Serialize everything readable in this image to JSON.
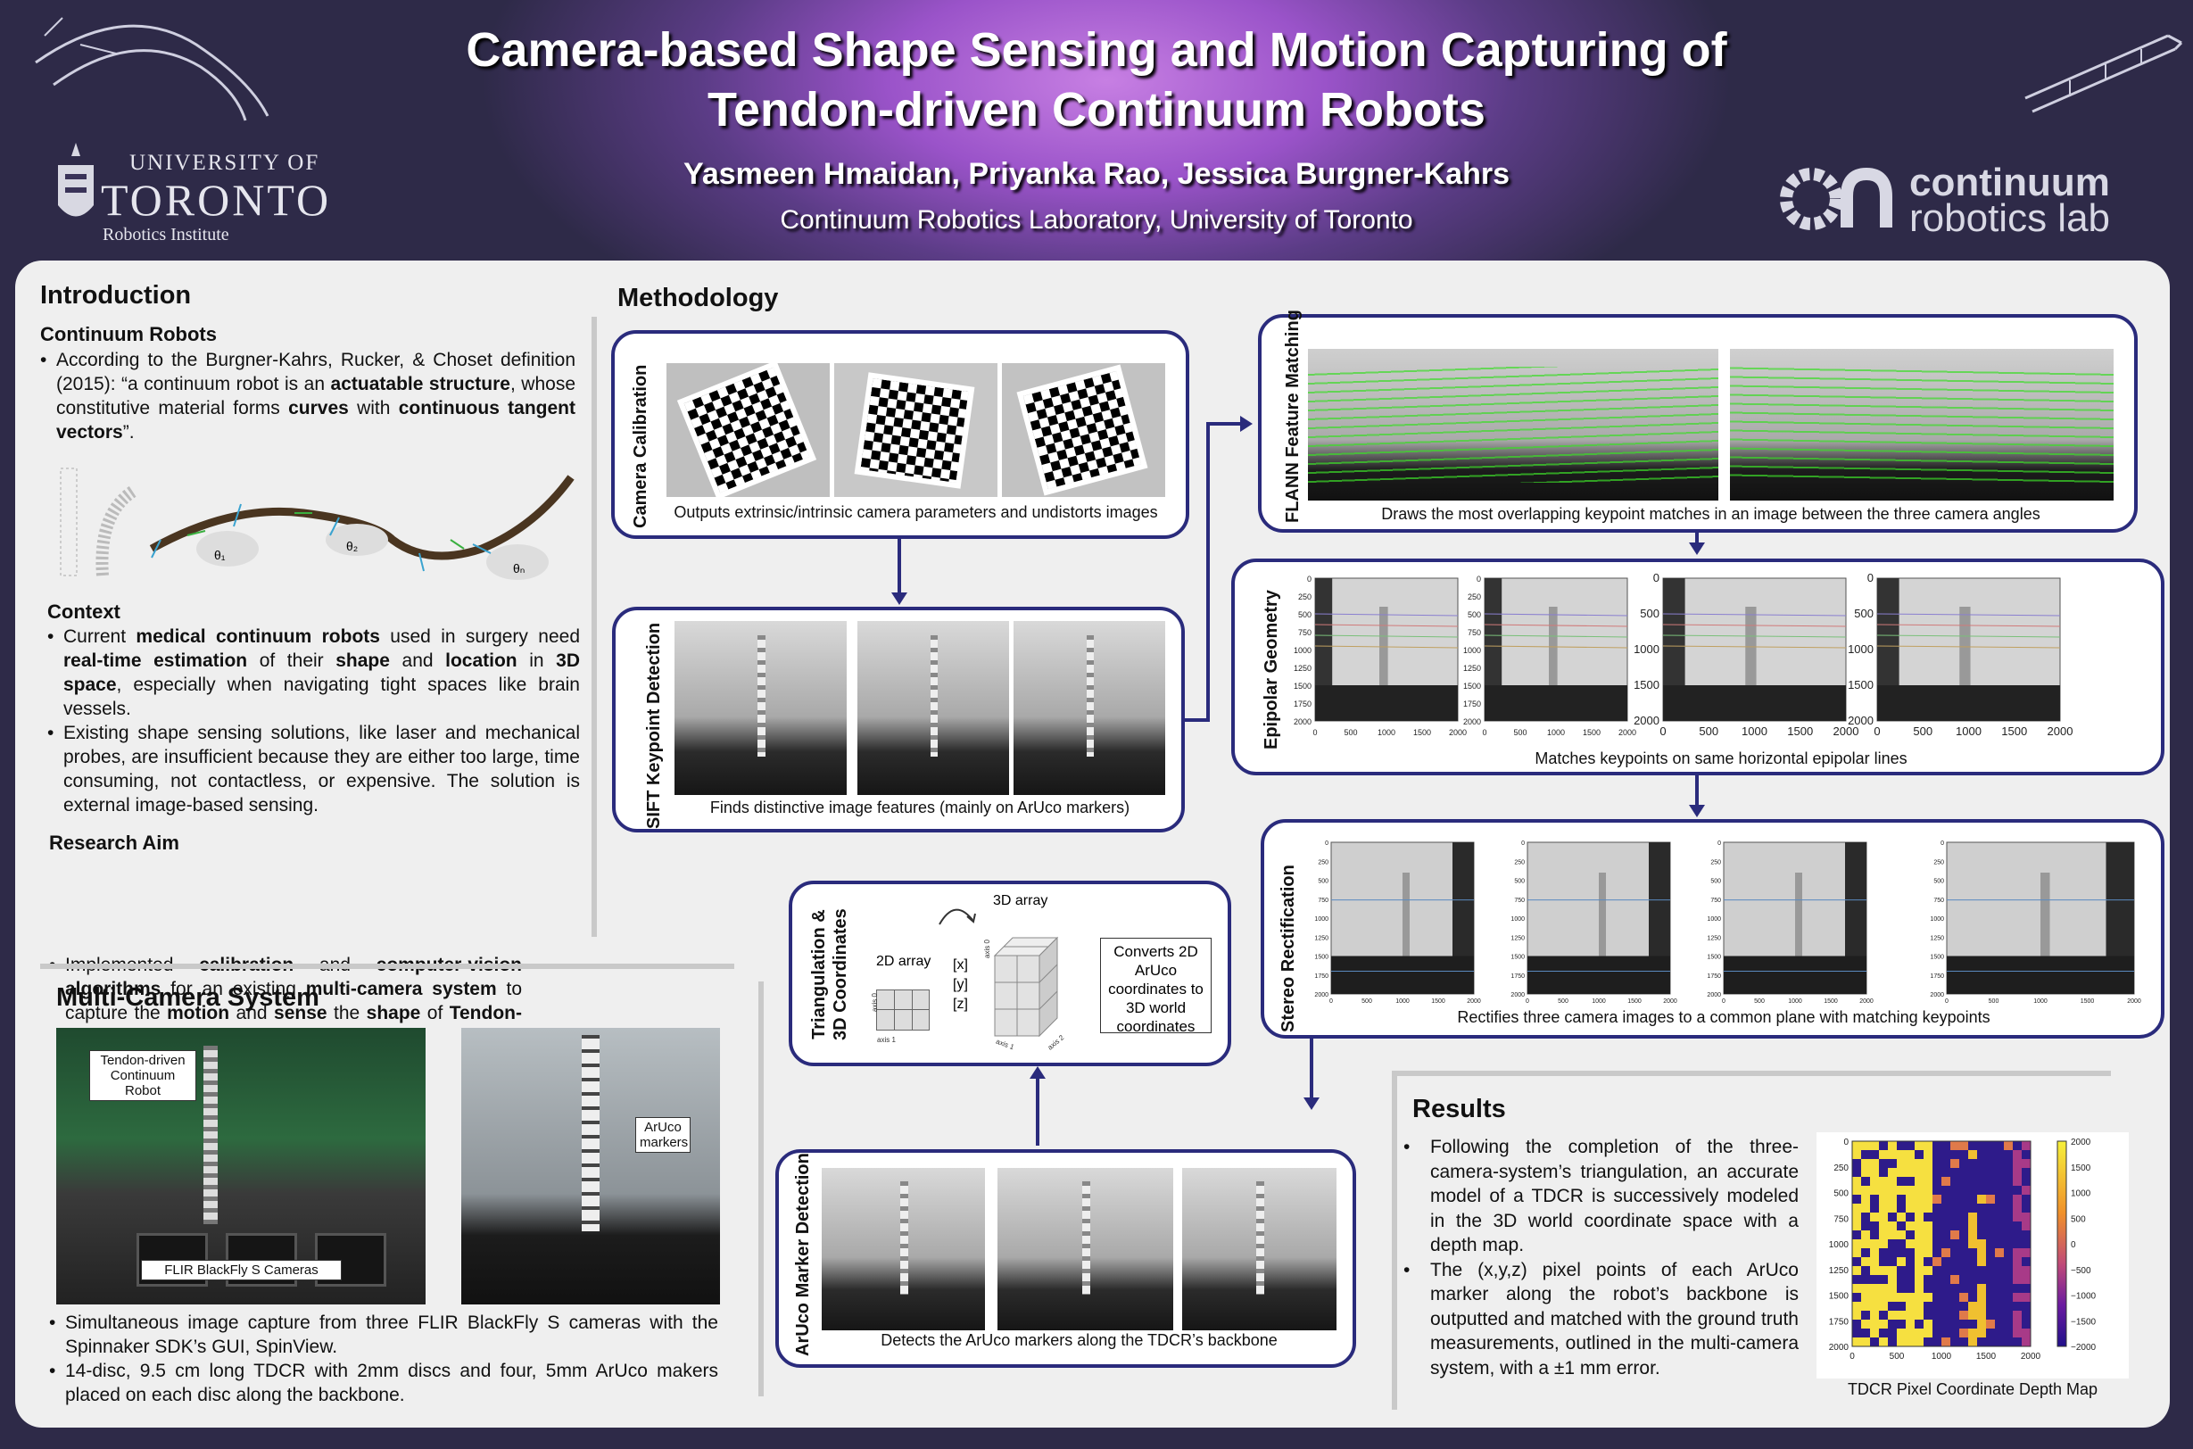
{
  "header": {
    "title_line1": "Camera-based Shape Sensing and Motion Capturing of",
    "title_line2": "Tendon-driven Continuum Robots",
    "authors": "Yasmeen Hmaidan, Priyanka Rao, Jessica Burgner-Kahrs",
    "affiliation": "Continuum Robotics Laboratory, University of Toronto"
  },
  "logos": {
    "uoft_line1": "UNIVERSITY OF",
    "uoft_line2": "TORONTO",
    "uoft_line3": "Robotics Institute",
    "crl_line1": "continuum",
    "crl_line2": "robotics lab"
  },
  "intro": {
    "heading": "Introduction",
    "sub1": "Continuum Robots",
    "def_pre": "According to the Burgner-Kahrs, Rucker, & Choset definition (2015): “a continuum robot is an ",
    "def_b1": "actuatable structure",
    "def_mid1": ", whose constitutive material forms ",
    "def_b2": "curves",
    "def_mid2": " with ",
    "def_b3": "continuous tangent vectors",
    "def_post": "”.",
    "fig_labels": [
      "θ₁",
      "θ₂",
      "θₙ"
    ],
    "context_heading": "Context",
    "ctx1_a": "Current ",
    "ctx1_b": "medical continuum robots",
    "ctx1_c": " used in surgery need ",
    "ctx1_d": "real-time estimation",
    "ctx1_e": " of their ",
    "ctx1_f": "shape",
    "ctx1_g": " and ",
    "ctx1_h": "location",
    "ctx1_i": " in ",
    "ctx1_j": "3D space",
    "ctx1_k": ", especially when navigating tight spaces like brain vessels.",
    "ctx2": "Existing shape sensing solutions, like laser and mechanical probes, are insufficient because they are either too large, time consuming, not contactless, or expensive. The solution is external image-based sensing.",
    "aim_heading": "Research Aim",
    "aim_a": "Implemented ",
    "aim_b": "calibration",
    "aim_c": " and ",
    "aim_d": "computer-vision algorithms",
    "aim_e": " for an existing ",
    "aim_f": "multi-camera system",
    "aim_g": " to capture the ",
    "aim_h": "motion",
    "aim_i": " and ",
    "aim_j": "sense",
    "aim_k": " the ",
    "aim_l": "shape",
    "aim_m": " of ",
    "aim_n": "Tendon-driven Continuum Robots (TDCRs)",
    "aim_o": "."
  },
  "multicam": {
    "heading": "Multi-Camera System",
    "label_robot": "Tendon-driven Continuum Robot",
    "label_cameras": "FLIR BlackFly S Cameras",
    "label_markers": "ArUco markers",
    "bullet1": "Simultaneous image capture from three FLIR BlackFly S cameras with the Spinnaker SDK’s GUI, SpinView.",
    "bullet2": "14-disc, 9.5 cm long TDCR with 2mm discs and four, 5mm ArUco makers placed on each disc along the backbone."
  },
  "methodology": {
    "heading": "Methodology",
    "calib_label": "Camera Calibration",
    "calib_caption": "Outputs extrinsic/intrinsic camera parameters and undistorts images",
    "sift_label": "SIFT Keypoint Detection",
    "sift_caption": "Finds distinctive image features (mainly on ArUco markers)",
    "flann_label": "FLANN Feature Matching",
    "flann_caption": "Draws the most overlapping keypoint matches in an image between the three camera angles",
    "epi_label": "Epipolar Geometry",
    "epi_caption": "Matches keypoints on same horizontal epipolar lines",
    "epi_small_yticks": [
      "0",
      "250",
      "500",
      "750",
      "1000",
      "1250",
      "1500",
      "1750",
      "2000"
    ],
    "epi_small_xticks": [
      "0",
      "500",
      "1000",
      "1500",
      "2000"
    ],
    "epi_large_yticks": [
      "0",
      "500",
      "1000",
      "1500",
      "2000"
    ],
    "epi_large_xticks": [
      "0",
      "500",
      "1000",
      "1500",
      "2000"
    ],
    "stereo_label": "Stereo Rectification",
    "stereo_caption": "Rectifies three camera images to a common plane with matching keypoints",
    "tri_label_line1": "Triangulation &",
    "tri_label_line2": "3D Coordinates",
    "tri_2d": "2D array",
    "tri_3d": "3D array",
    "tri_xyz": [
      "[x]",
      "[y]",
      "[z]"
    ],
    "tri_axis0": "axis 0",
    "tri_axis1": "axis 1",
    "tri_axis2": "axis 2",
    "tri_desc": "Converts 2D ArUco coordinates to 3D world coordinates",
    "aruco_label": "ArUco Marker Detection",
    "aruco_caption": "Detects the ArUco markers  along the TDCR’s backbone"
  },
  "results": {
    "heading": "Results",
    "bullet1": "Following the completion of the three-camera-system’s triangulation, an accurate model of a TDCR is successively modeled in the 3D world coordinate space with a depth map.",
    "bullet2": "The (x,y,z) pixel points of each ArUco marker along the robot’s backbone is outputted and matched with the ground truth measurements, outlined in the multi-camera system, with a ±1 mm error.",
    "map_caption": "TDCR Pixel Coordinate Depth Map",
    "yticks": [
      "0",
      "250",
      "500",
      "750",
      "1000",
      "1250",
      "1500",
      "1750",
      "2000"
    ],
    "xticks": [
      "0",
      "500",
      "1000",
      "1500",
      "2000"
    ],
    "cbar_ticks": [
      "2000",
      "1500",
      "1000",
      "500",
      "0",
      "−500",
      "−1000",
      "−1500",
      "−2000"
    ]
  },
  "colors": {
    "accent": "#2a2b7c",
    "panel": "#efefef"
  }
}
